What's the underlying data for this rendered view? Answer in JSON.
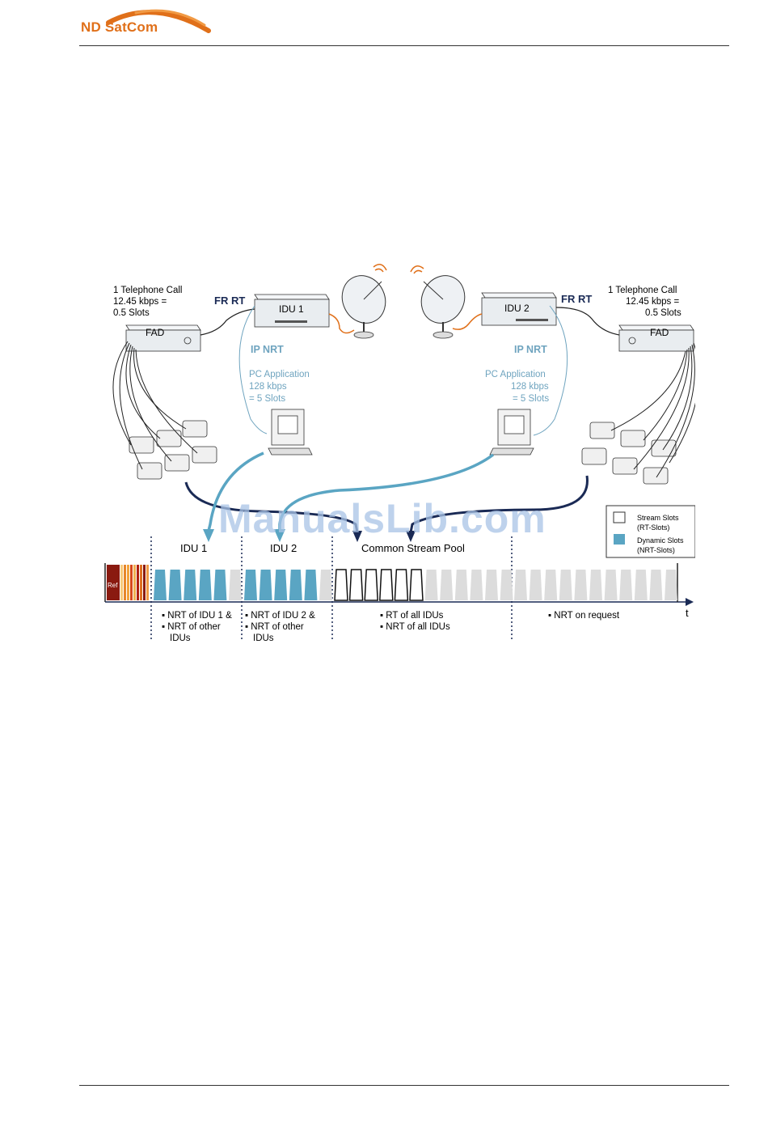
{
  "header": {
    "logo_text": "ND SatCom"
  },
  "watermark": "ManualsLib.com",
  "diagram": {
    "left": {
      "call_line1": "1 Telephone Call",
      "call_line2": "12.45 kbps =",
      "call_line3": "0.5 Slots",
      "fad_label": "FAD",
      "fr_rt": "FR RT",
      "idu_label": "IDU 1",
      "ip_nrt": "IP NRT",
      "pc_line1": "PC Application",
      "pc_line2": "128 kbps",
      "pc_line3": "= 5 Slots"
    },
    "right": {
      "call_line1": "1 Telephone Call",
      "call_line2": "12.45 kbps =",
      "call_line3": "0.5 Slots",
      "fad_label": "FAD",
      "fr_rt": "FR RT",
      "idu_label": "IDU 2",
      "ip_nrt": "IP NRT",
      "pc_line1": "PC Application",
      "pc_line2": "128 kbps",
      "pc_line3": "= 5 Slots"
    },
    "legend": {
      "stream_line1": "Stream Slots",
      "stream_line2": "(RT-Slots)",
      "dynamic_line1": "Dynamic Slots",
      "dynamic_line2": "(NRT-Slots)",
      "stream_color": "#ffffff",
      "dynamic_color": "#5aa5c3"
    },
    "sections": {
      "idu1": "IDU 1",
      "idu2": "IDU 2",
      "pool": "Common Stream Pool"
    },
    "ref_label": "Ref",
    "time_label": "t",
    "notes": {
      "idu1_line1": "▪ NRT of IDU 1 &",
      "idu1_line2": "▪ NRT of other",
      "idu1_line3": "IDUs",
      "idu2_line1": "▪ NRT of IDU 2 &",
      "idu2_line2": "▪ NRT of other",
      "idu2_line3": "IDUs",
      "pool_line1": "▪ RT of all IDUs",
      "pool_line2": "▪ NRT of all IDUs",
      "request_line1": "▪ NRT on request"
    },
    "colors": {
      "nrt_slot": "#5aa5c3",
      "idle_slot": "#dcdcdc",
      "arrow_dark": "#1a2a55",
      "arrow_blue": "#5aa5c3",
      "text_blue": "#6fa4bf",
      "ref_red": "#8a1a10",
      "logo_orange": "#e0701a"
    }
  }
}
